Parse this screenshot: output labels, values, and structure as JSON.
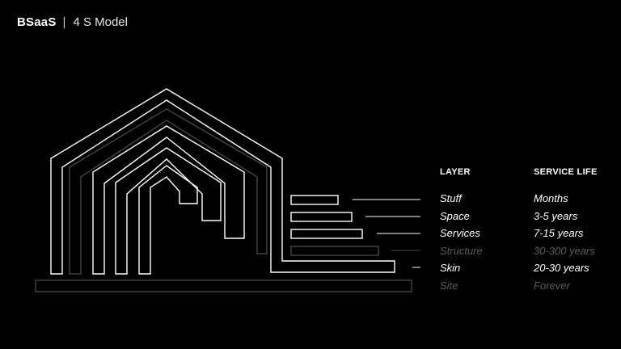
{
  "header": {
    "brand": "BSaaS",
    "separator": "|",
    "subtitle": "4 S Model"
  },
  "table": {
    "layer_heading": "LAYER",
    "service_life_heading": "SERVICE LIFE"
  },
  "layers": [
    {
      "name": "Stuff",
      "service_life": "Months",
      "emphasis": "bright"
    },
    {
      "name": "Space",
      "service_life": "3-5 years",
      "emphasis": "bright"
    },
    {
      "name": "Services",
      "service_life": "7-15 years",
      "emphasis": "bright"
    },
    {
      "name": "Structure",
      "service_life": "30-300 years",
      "emphasis": "dim"
    },
    {
      "name": "Skin",
      "service_life": "20-30 years",
      "emphasis": "bright"
    },
    {
      "name": "Site",
      "service_life": "Forever",
      "emphasis": "dim"
    }
  ],
  "colors": {
    "background": "#000000",
    "bright_line": "#ffffff",
    "dim_line": "#4a4a4a",
    "dim_text": "#5a5a5a"
  }
}
